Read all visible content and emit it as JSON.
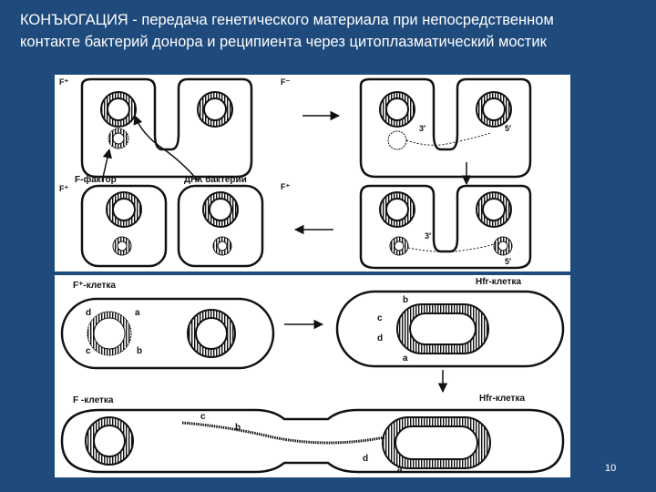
{
  "title": {
    "line1": "КОНЪЮГАЦИЯ - передача генетического материала при непосредственном",
    "line2": "контакте бактерий донора и реципиента через цитоплазматический мостик"
  },
  "top_panel": {
    "label_f_plus": "F⁺",
    "label_f_minus": "F⁻",
    "label_f_plus_2": "F⁺",
    "label_f_plus_3": "F⁺",
    "label_f_factor": "F-фактор",
    "label_dna": "ДНК бактерии",
    "label_3prime_a": "3′",
    "label_5prime_a": "5′",
    "label_3prime_b": "3′",
    "label_5prime_b": "5′"
  },
  "bottom_panel": {
    "label_f_prime_cell": "F⁺-клетка",
    "label_hfr_cell": "Hfr-клетка",
    "label_f_minus_cell": "F -клетка",
    "label_hfr_cell_2": "Hfr-клетка",
    "gene_a": "a",
    "gene_b": "b",
    "gene_c": "c",
    "gene_d": "d"
  },
  "page_number": "10",
  "colors": {
    "background": "#1f4a7c",
    "panel": "#ffffff",
    "ink": "#111111"
  }
}
